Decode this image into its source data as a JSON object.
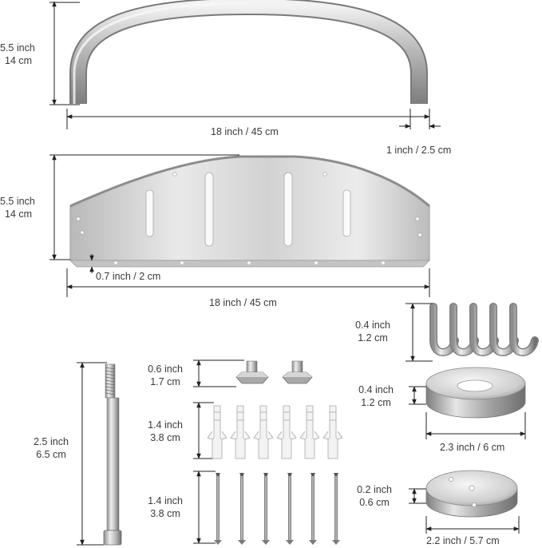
{
  "handle": {
    "height_label": "5.5 inch\n14 cm",
    "height_in": "5.5 inch",
    "height_cm": "14 cm",
    "width_label": "18 inch / 45 cm",
    "tube_label": "1 inch / 2.5 cm"
  },
  "shelf": {
    "height_in": "5.5 inch",
    "height_cm": "14 cm",
    "lip_label": "0.7 inch / 2 cm",
    "width_label": "18 inch / 45 cm"
  },
  "hooks": {
    "height_in": "0.4 inch",
    "height_cm": "1.2 cm"
  },
  "rod": {
    "length_in": "2.5 inch",
    "length_cm": "6.5 cm"
  },
  "nuts": {
    "height_in": "0.6 inch",
    "height_cm": "1.7 cm"
  },
  "anchors": {
    "length_in": "1.4 inch",
    "length_cm": "3.8 cm"
  },
  "screws": {
    "length_in": "1.4 inch",
    "length_cm": "3.8 cm"
  },
  "flange": {
    "height_in": "0.4 inch",
    "height_cm": "1.2 cm",
    "diameter_label": "2.3 inch / 6 cm"
  },
  "base_plate": {
    "height_in": "0.2 inch",
    "height_cm": "0.6 cm",
    "diameter_label": "2.2 inch / 5.7 cm"
  },
  "colors": {
    "metal_light": "#e6e6e6",
    "metal_mid": "#bdbdbd",
    "metal_dark": "#8a8a8a",
    "dimension_line": "#222222",
    "anchor_white": "#f4f4f4"
  }
}
